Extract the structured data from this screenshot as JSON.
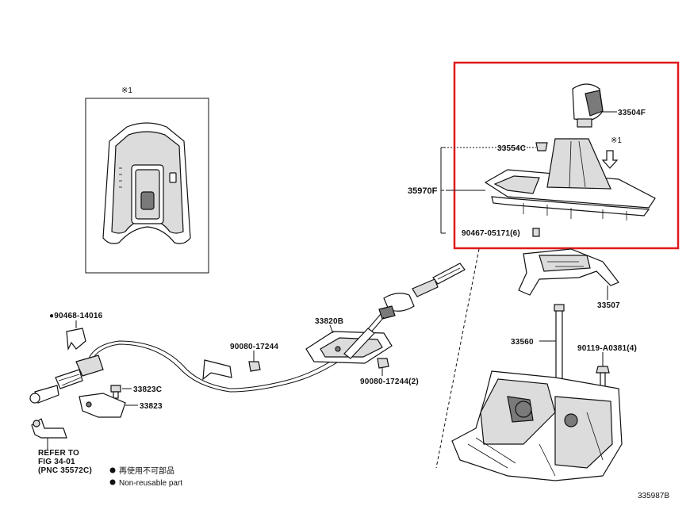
{
  "labels": {
    "ref1": "※1",
    "p33504F": "33504F",
    "p33554C": "33554C",
    "ref1b": "※1",
    "p35970F": "35970F",
    "p90467": "90467-05171(6)",
    "p33507": "33507",
    "p90468": "●90468-14016",
    "p33820B": "33820B",
    "p90080a": "90080-17244",
    "p33560": "33560",
    "p90119": "90119-A0381(4)",
    "p90080b": "90080-17244(2)",
    "p33823C": "33823C",
    "p33823": "33823",
    "refer1": "REFER TO",
    "refer2": "FIG 34-01",
    "refer3": "(PNC 35572C)",
    "legend_jp": "再使用不可部品",
    "legend_en": "Non-reusable part",
    "figure_code": "335987B"
  },
  "colors": {
    "highlight": "#e0191c",
    "ink": "#111111"
  }
}
